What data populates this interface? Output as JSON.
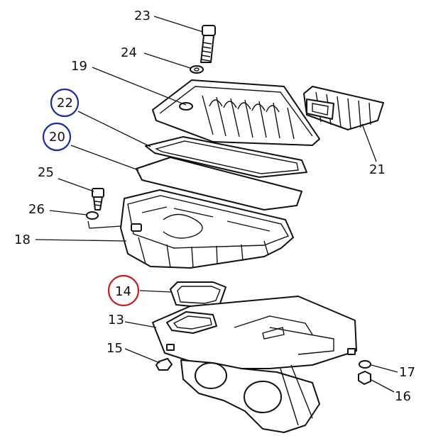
{
  "diagram": {
    "labels": {
      "p23": "23",
      "p24": "24",
      "p19": "19",
      "p22": "22",
      "p20": "20",
      "p21": "21",
      "p25": "25",
      "p26": "26",
      "p18": "18",
      "p14": "14",
      "p13": "13",
      "p15": "15",
      "p17": "17",
      "p16": "16"
    },
    "highlights": {
      "blue": "#1a2aa0",
      "red": "#c8191e",
      "blue_circled": [
        "22",
        "20"
      ],
      "red_circled": [
        "14"
      ]
    }
  }
}
